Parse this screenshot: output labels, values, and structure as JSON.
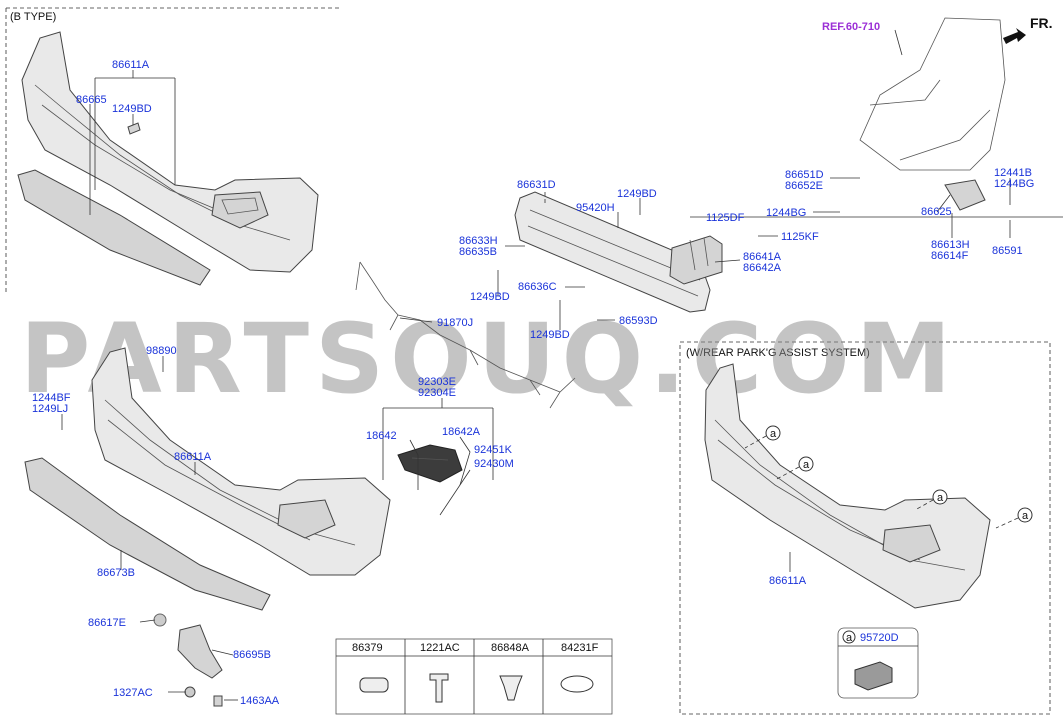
{
  "sections": {
    "b_type": "(B TYPE)",
    "park_assist": "(W/REAR PARK'G ASSIST SYSTEM)"
  },
  "ref_label": "REF.60-710",
  "direction_label": "FR.",
  "watermark": "PARTSOUQ.COM",
  "callouts": {
    "c86611A_top": "86611A",
    "c86665": "86665",
    "c1249BD_top": "1249BD",
    "c86631D": "86631D",
    "c1249BD_mid": "1249BD",
    "c95420H": "95420H",
    "c1125DF": "1125DF",
    "c86633H": "86633H",
    "c86635B": "86635B",
    "c1125KF": "1125KF",
    "c86641A": "86641A",
    "c86642A": "86642A",
    "c86636C": "86636C",
    "c1249BD_left": "1249BD",
    "c1249BD_low": "1249BD",
    "c86593D": "86593D",
    "c91870J": "91870J",
    "c86651D": "86651D",
    "c86652E": "86652E",
    "c1244BG_a": "1244BG",
    "c12441B": "12441B",
    "c1244BG_b": "1244BG",
    "c86625": "86625",
    "c86613H": "86613H",
    "c86614F": "86614F",
    "c86591": "86591",
    "c98890": "98890",
    "c1244BF": "1244BF",
    "c1249LJ": "1249LJ",
    "c86611A_mid": "86611A",
    "c92303E": "92303E",
    "c92304E": "92304E",
    "c18642": "18642",
    "c18642A": "18642A",
    "c92451K": "92451K",
    "c92430M": "92430M",
    "c86673B": "86673B",
    "c86617E": "86617E",
    "c86695B": "86695B",
    "c1327AC": "1327AC",
    "c1463AA": "1463AA",
    "c86611A_right": "86611A",
    "c95720D": "95720D",
    "a_marker": "a"
  },
  "legend_table": {
    "headers": [
      "86379",
      "1221AC",
      "86848A",
      "84231F"
    ]
  },
  "colors": {
    "part_number": "#1a33d9",
    "ref_link": "#9b2fd6",
    "watermark": "#8a8a8a"
  }
}
